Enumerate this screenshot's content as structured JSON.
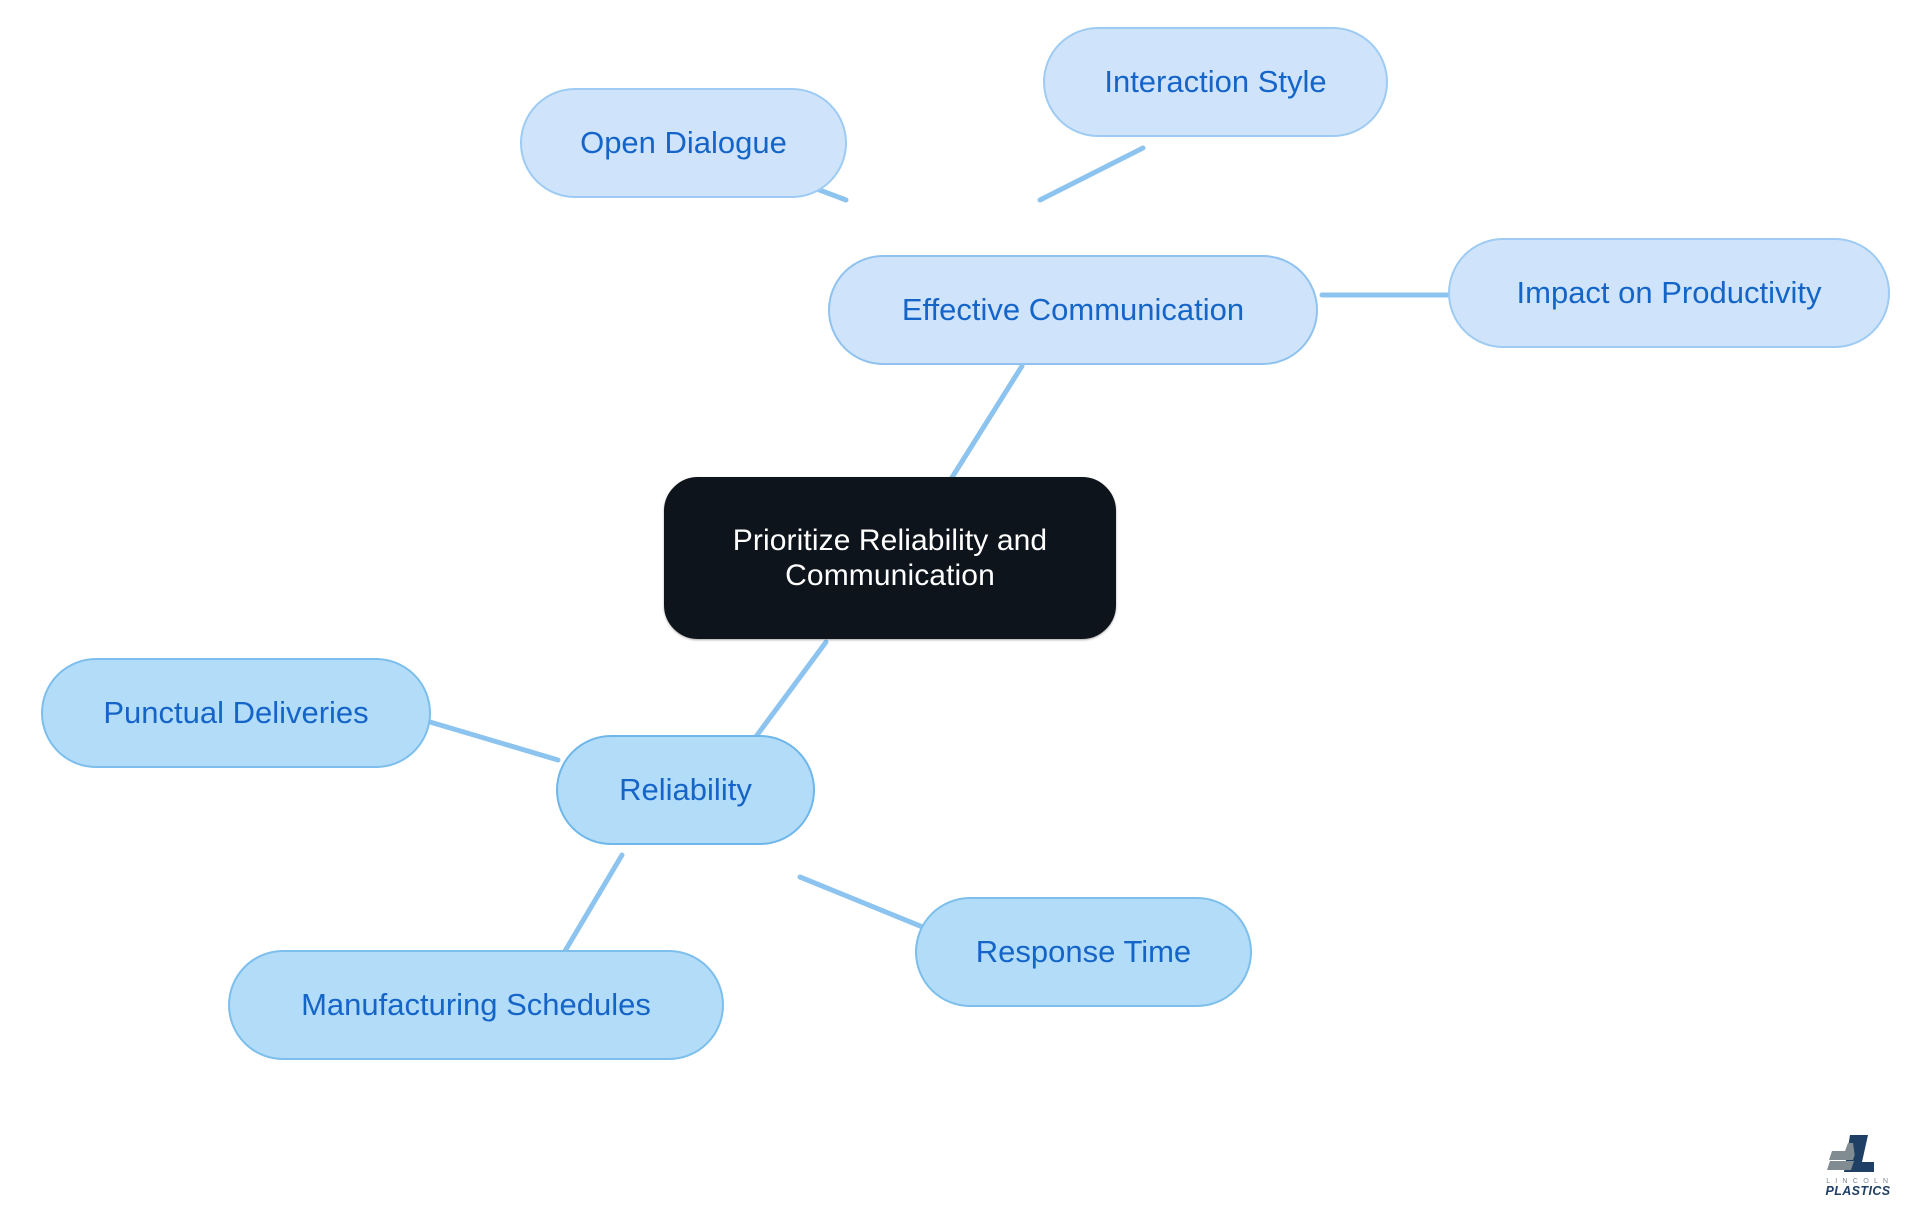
{
  "diagram": {
    "type": "mindmap",
    "title": "Prioritize Reliability and Communication",
    "background_color": "#ffffff",
    "palette": {
      "root_fill": "#0e141b",
      "root_text": "#ffffff",
      "communication_fill": "#cfe4fb",
      "communication_border": "#9ecbf3",
      "reliability_fill": "#b3dcf9",
      "reliability_border": "#7cbfed",
      "node_text": "#1565c8",
      "edge_color": "#8cc4ef"
    },
    "nodes": {
      "root": {
        "label": "Prioritize Reliability and\nCommunication"
      },
      "effective_communication": {
        "label": "Effective Communication"
      },
      "open_dialogue": {
        "label": "Open Dialogue"
      },
      "interaction_style": {
        "label": "Interaction Style"
      },
      "impact_on_productivity": {
        "label": "Impact on Productivity"
      },
      "reliability": {
        "label": "Reliability"
      },
      "punctual_deliveries": {
        "label": "Punctual Deliveries"
      },
      "manufacturing_schedules": {
        "label": "Manufacturing Schedules"
      },
      "response_time": {
        "label": "Response Time"
      }
    },
    "edges": [
      {
        "from": "root",
        "to": "effective_communication"
      },
      {
        "from": "effective_communication",
        "to": "open_dialogue"
      },
      {
        "from": "effective_communication",
        "to": "interaction_style"
      },
      {
        "from": "effective_communication",
        "to": "impact_on_productivity"
      },
      {
        "from": "root",
        "to": "reliability"
      },
      {
        "from": "reliability",
        "to": "punctual_deliveries"
      },
      {
        "from": "reliability",
        "to": "manufacturing_schedules"
      },
      {
        "from": "reliability",
        "to": "response_time"
      }
    ]
  },
  "logo": {
    "name_top": "L I N C O L N",
    "name_bottom": "PLASTICS",
    "navy": "#1f3f64",
    "gray": "#808b92"
  }
}
